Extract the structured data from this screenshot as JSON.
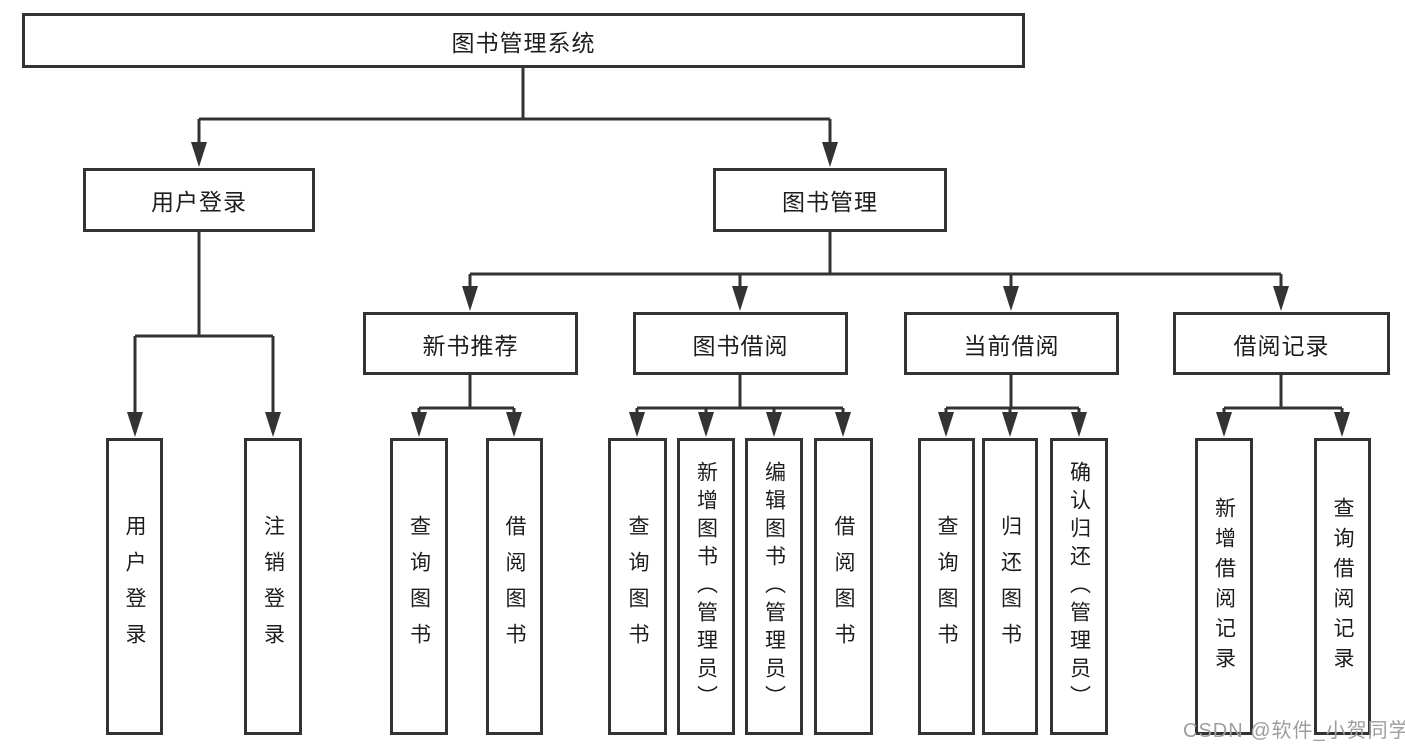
{
  "diagram_title": "图书管理系统",
  "tree": {
    "label": "图书管理系统",
    "children": [
      {
        "label": "用户登录",
        "children": [
          {
            "label": "用户登录"
          },
          {
            "label": "注销登录"
          }
        ]
      },
      {
        "label": "图书管理",
        "children": [
          {
            "label": "新书推荐",
            "children": [
              {
                "label": "查询图书"
              },
              {
                "label": "借阅图书"
              }
            ]
          },
          {
            "label": "图书借阅",
            "children": [
              {
                "label": "查询图书"
              },
              {
                "label": "新增图书（管理员）"
              },
              {
                "label": "编辑图书（管理员）"
              },
              {
                "label": "借阅图书"
              }
            ]
          },
          {
            "label": "当前借阅",
            "children": [
              {
                "label": "查询图书"
              },
              {
                "label": "归还图书"
              },
              {
                "label": "确认归还（管理员）"
              }
            ]
          },
          {
            "label": "借阅记录",
            "children": [
              {
                "label": "新增借阅记录"
              },
              {
                "label": "查询借阅记录"
              }
            ]
          }
        ]
      }
    ]
  },
  "watermark": "CSDN @软件_小贺同学",
  "colors": {
    "line": "#333333",
    "text": "#1d1d1d",
    "watermark": "#9e9e9e",
    "background": "#ffffff"
  }
}
